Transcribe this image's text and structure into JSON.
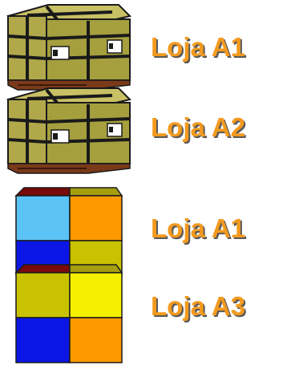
{
  "labels": [
    "Loja A1",
    "Loja A2",
    "Loja A1",
    "Loja A3"
  ],
  "colors": {
    "label": "#f39a1e",
    "label_shadow": "#5a5a5a",
    "box_front": "#b0a84a",
    "box_side": "#8f8a34",
    "box_top": "#c8c064",
    "strap": "#1a1a1a",
    "pallet": "#7a3a1a",
    "block_lightblue": "#5bc3f5",
    "block_orange": "#ff9900",
    "block_blue": "#0b16e6",
    "block_olive": "#c9c200",
    "block_yellow": "#f5f000",
    "block_darkred": "#7a0a0a",
    "block_olive_top": "#a59f10"
  }
}
